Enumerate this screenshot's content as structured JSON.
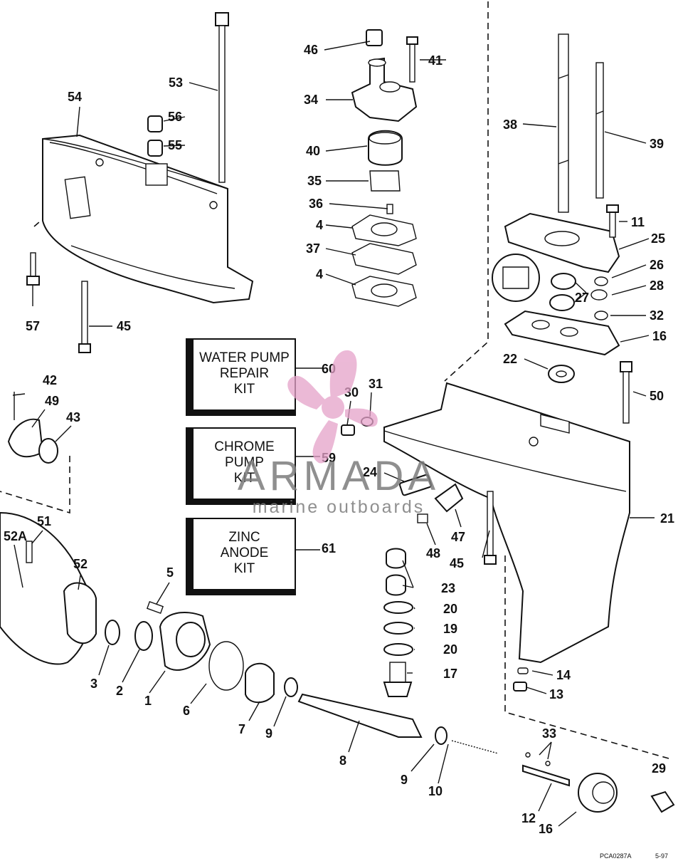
{
  "watermark": {
    "brand": "ARMADA",
    "tagline": "marine outboards"
  },
  "kits": [
    {
      "id": "60",
      "lines": [
        "WATER PUMP",
        "REPAIR",
        "KIT"
      ]
    },
    {
      "id": "59",
      "lines": [
        "CHROME",
        "PUMP",
        "KIT"
      ]
    },
    {
      "id": "61",
      "lines": [
        "ZINC",
        "ANODE",
        "KIT"
      ]
    }
  ],
  "part_labels": [
    "54",
    "53",
    "56",
    "55",
    "57",
    "45",
    "46",
    "41",
    "34",
    "40",
    "35",
    "36",
    "4",
    "37",
    "4",
    "38",
    "39",
    "11",
    "25",
    "26",
    "28",
    "27",
    "32",
    "16",
    "22",
    "50",
    "21",
    "42",
    "49",
    "43",
    "30",
    "31",
    "24",
    "47",
    "48",
    "45",
    "51",
    "52A",
    "52",
    "5",
    "3",
    "2",
    "1",
    "6",
    "7",
    "9",
    "8",
    "9",
    "10",
    "23",
    "20",
    "19",
    "20",
    "17",
    "14",
    "13",
    "33",
    "29",
    "12",
    "16"
  ],
  "footer": {
    "code": "PCA0287A",
    "date": "5-97"
  },
  "colors": {
    "line": "#111111",
    "watermark_pink": "#e5a2c9",
    "watermark_gray": "#7c7c7c"
  }
}
